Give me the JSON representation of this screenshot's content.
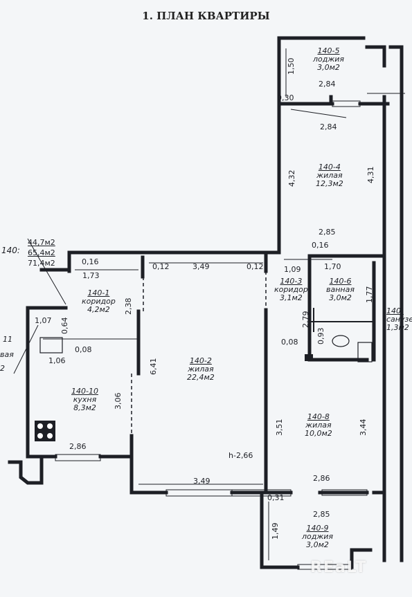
{
  "title": "1. ПЛАН КВАРТИРЫ",
  "summary": {
    "prefix": "140:",
    "living_area": "44,7м2",
    "total_area": "65,4м2",
    "total_with_loggias": "71,4м2"
  },
  "rooms": {
    "loggia_top": {
      "id": "140-5",
      "name": "лоджия",
      "area": "3,0м2"
    },
    "living_4": {
      "id": "140-4",
      "name": "жилая",
      "area": "12,3м2"
    },
    "corridor_1": {
      "id": "140-1",
      "name": "коридор",
      "area": "4,2м2"
    },
    "living_2": {
      "id": "140-2",
      "name": "жилая",
      "area": "22,4м2"
    },
    "corridor_3": {
      "id": "140-3",
      "name": "коридор",
      "area": "3,1м2"
    },
    "bath_6": {
      "id": "140-6",
      "name": "ванная",
      "area": "3,0м2"
    },
    "wc_7": {
      "id": "140-",
      "name": "санузе",
      "area": "1,3м2"
    },
    "kitchen_10": {
      "id": "140-10",
      "name": "кухня",
      "area": "8,3м2"
    },
    "living_8": {
      "id": "140-8",
      "name": "жилая",
      "area": "10,0м2"
    },
    "loggia_bottom": {
      "id": "140-9",
      "name": "лоджия",
      "area": "3,0м2"
    }
  },
  "neighbor_fragment": {
    "line1": "11",
    "line2": "вая",
    "line3": "2"
  },
  "dimensions": {
    "d150": "1,50",
    "d284a": "2,84",
    "d030": "0,30",
    "d284b": "2,84",
    "d432": "4,32",
    "d431": "4,31",
    "d285a": "2,85",
    "d016a": "0,16",
    "d170": "1,70",
    "d109": "1,09",
    "d016b": "0,16",
    "d173": "1,73",
    "d012a": "0,12",
    "d349a": "3,49",
    "d012b": "0,12",
    "d238": "2,38",
    "d177": "1,77",
    "d107": "1,07",
    "d064": "0,64",
    "d279": "2,79",
    "d093": "0,93",
    "d008a": "0,08",
    "d008b": "0,08",
    "d106": "1,06",
    "d641": "6,41",
    "d306": "3,06",
    "d286a": "2,86",
    "d351": "3,51",
    "d344": "3,44",
    "height": "h-2,66",
    "d349b": "3,49",
    "d286b": "2,86",
    "d031": "0,31",
    "d285b": "2,85",
    "d149": "1,49"
  },
  "watermark": "REaLT"
}
